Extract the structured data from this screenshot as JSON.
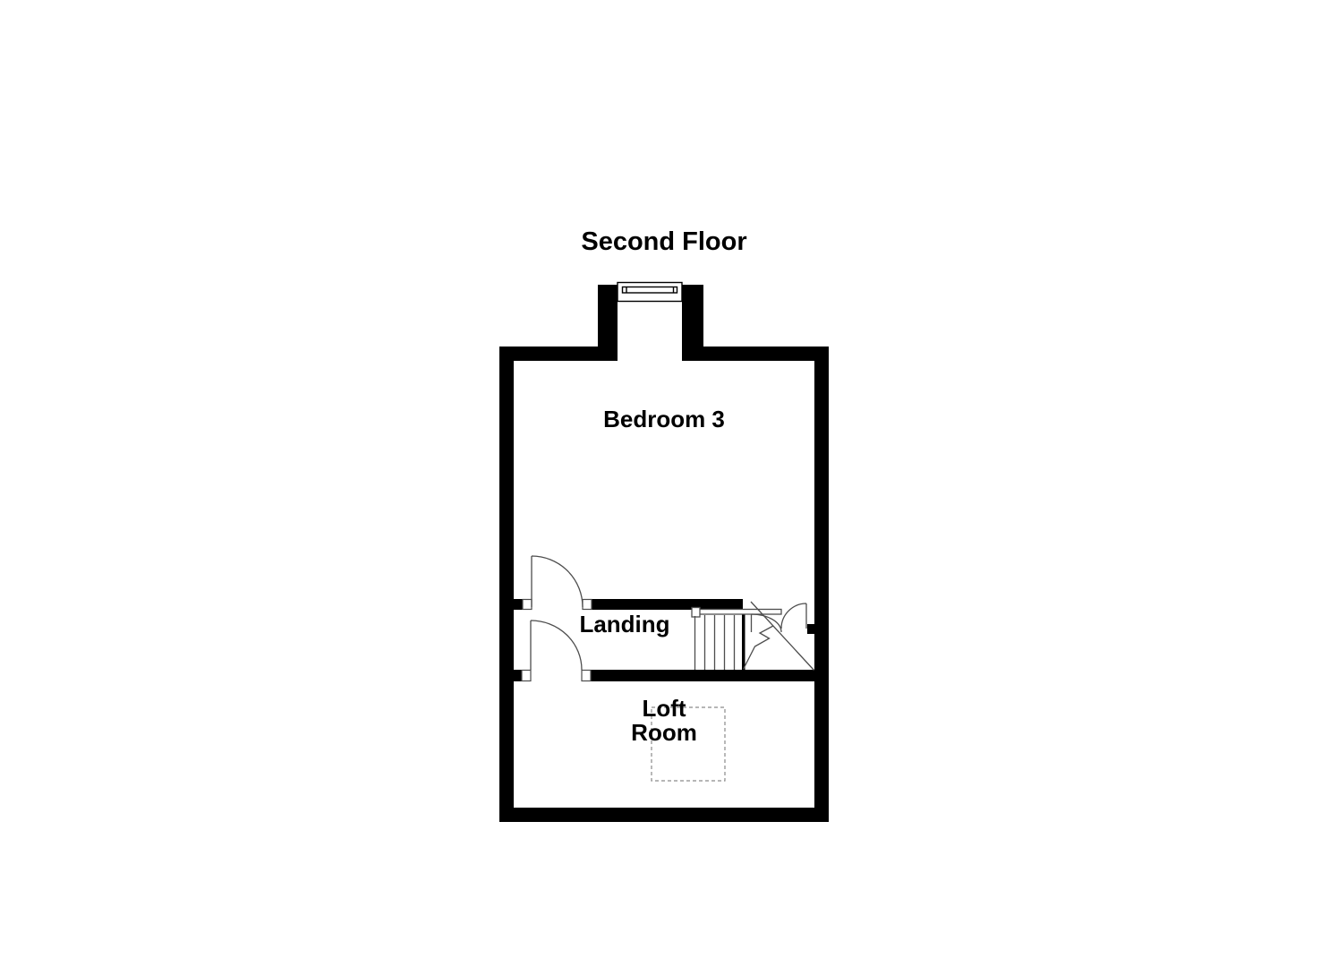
{
  "title": "Second Floor",
  "rooms": {
    "bedroom3": {
      "label": "Bedroom 3"
    },
    "landing": {
      "label": "Landing"
    },
    "loft": {
      "label_line1": "Loft",
      "label_line2": "Room"
    }
  },
  "symbols": {
    "window": "window-symbol",
    "doors": [
      "bedroom3-door",
      "loft-door",
      "stairs-door"
    ],
    "staircase": "winder-staircase",
    "dashed_box": "loft-hatch-outline"
  },
  "colors": {
    "wall": "#000000",
    "line": "#4d4d4d",
    "dashed": "#8a8a8a",
    "text": "#000000",
    "background": "#ffffff"
  }
}
